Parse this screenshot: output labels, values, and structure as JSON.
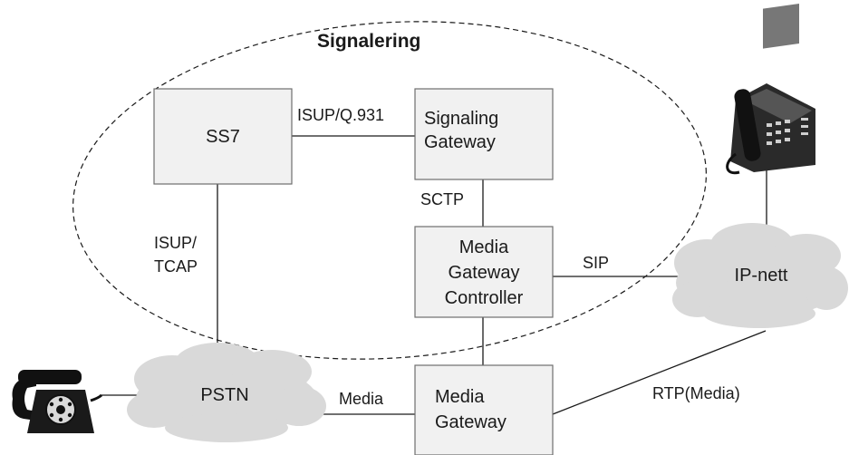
{
  "title": "Signalering",
  "nodes": {
    "ss7": "SS7",
    "signaling_gateway": [
      "Signaling",
      "Gateway"
    ],
    "media_gateway_controller": [
      "Media",
      "Gateway",
      "Controller"
    ],
    "media_gateway": [
      "Media",
      "Gateway"
    ]
  },
  "clouds": {
    "pstn": "PSTN",
    "ip_net": "IP-nett"
  },
  "edges": {
    "isup_q931": "ISUP/Q.931",
    "sctp": "SCTP",
    "isup_tcap": [
      "ISUP/",
      "TCAP"
    ],
    "sip": "SIP",
    "media": "Media",
    "rtp_media": "RTP(Media)"
  },
  "icons": {
    "left_phone": "rotary-phone-icon",
    "right_phone": "desk-phone-icon"
  }
}
